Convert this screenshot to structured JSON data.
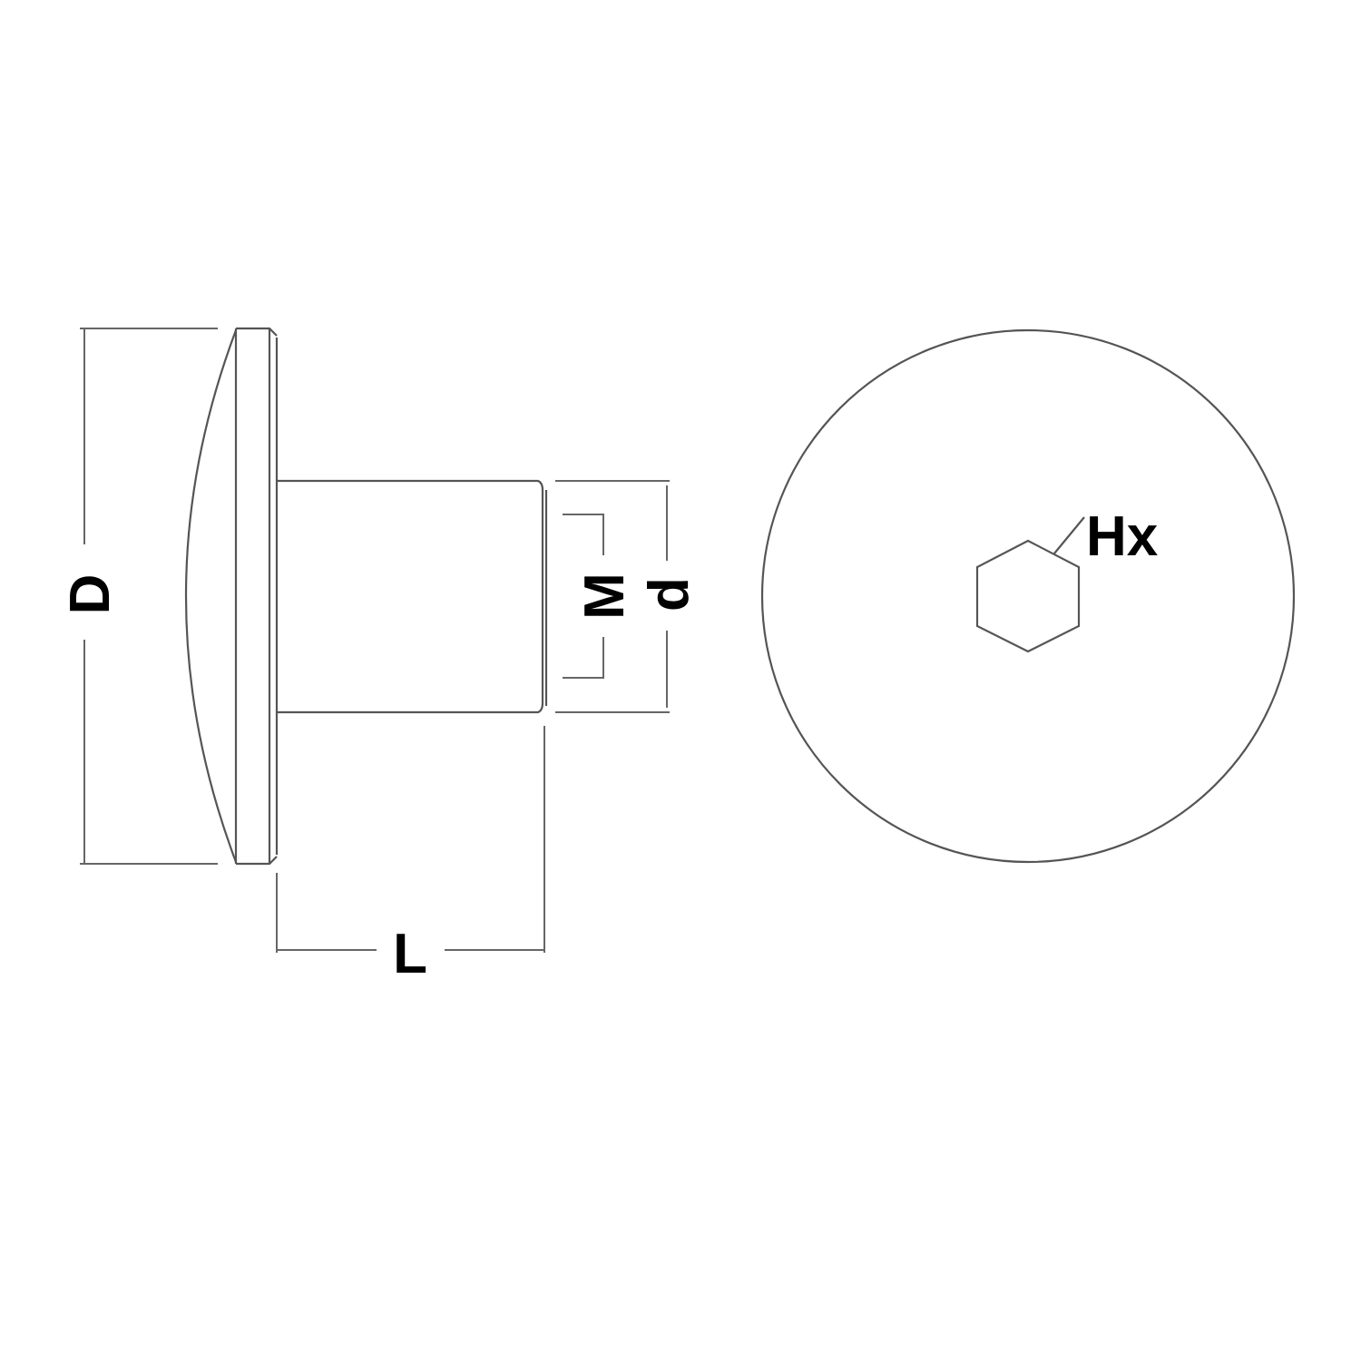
{
  "labels": {
    "head_diameter": "D",
    "thread_size": "M",
    "shank_diameter": "d",
    "length": "L",
    "hex_socket": "Hx"
  },
  "colors": {
    "line": "#555555",
    "text": "#000000",
    "background": "#ffffff"
  }
}
